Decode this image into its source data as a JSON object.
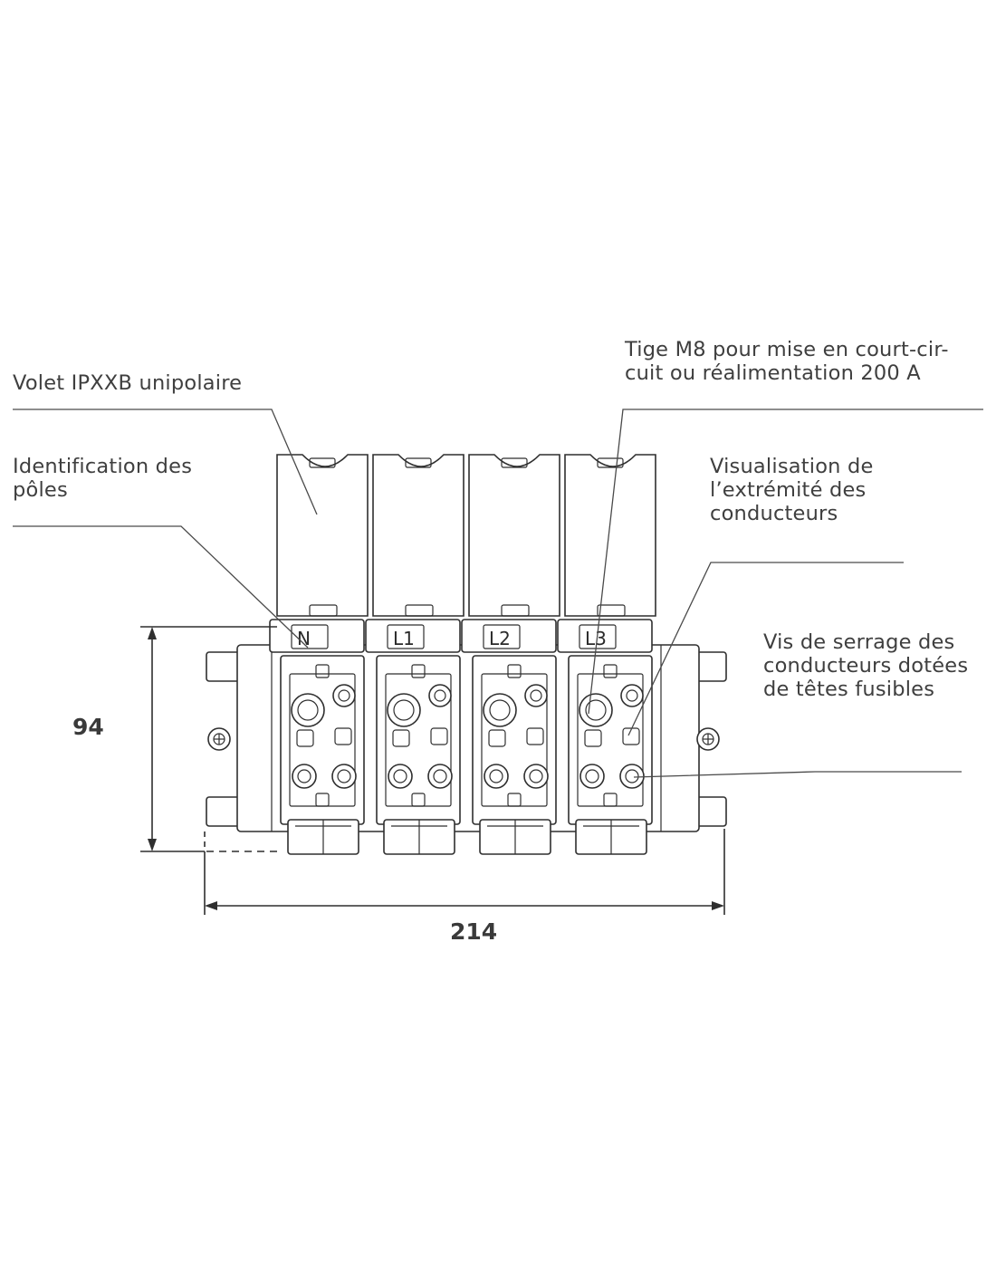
{
  "annotations": {
    "volet": [
      "Volet IPXXB unipolaire"
    ],
    "identification": [
      "Identification  des",
      "pôles"
    ],
    "tige": [
      "Tige M8 pour mise en court-cir-",
      "cuit ou réalimentation 200 A"
    ],
    "visualisation": [
      "Visualisation de",
      "l’extrémité des",
      "conducteurs"
    ],
    "vis": [
      "Vis de serrage des",
      "conducteurs dotées",
      "de têtes fusibles"
    ]
  },
  "dimensions": {
    "height": "94",
    "width": "214"
  },
  "poles": [
    "N",
    "L1",
    "L2",
    "L3"
  ]
}
